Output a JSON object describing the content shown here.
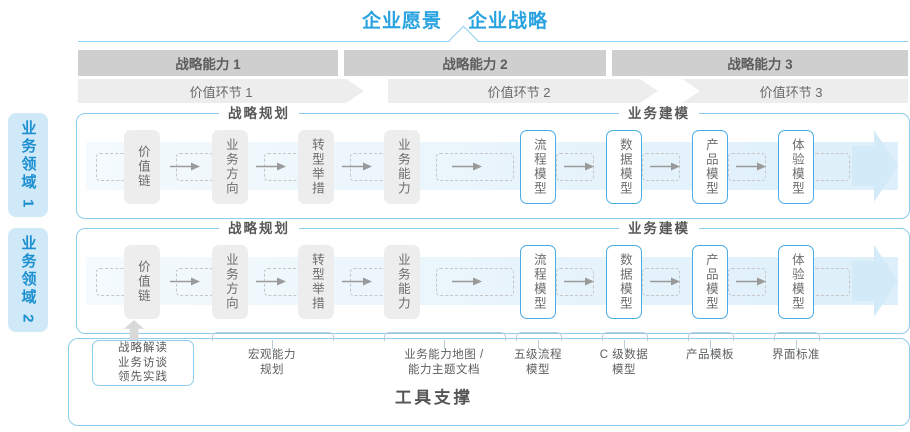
{
  "header": {
    "vision": "企业愿景",
    "strategy": "企业战略"
  },
  "capabilities": [
    {
      "label": "战略能力 1"
    },
    {
      "label": "战略能力 2"
    },
    {
      "label": "战略能力 3"
    }
  ],
  "value_links": [
    {
      "label": "价值环节 1"
    },
    {
      "label": "价值环节 2"
    },
    {
      "label": "价值环节 3"
    }
  ],
  "domains": [
    {
      "tab_label": "业务领域 1"
    },
    {
      "tab_label": "业务领域 2"
    }
  ],
  "sections": {
    "strategic_planning": "战略规划",
    "business_modeling": "业务建模"
  },
  "steps": {
    "planning": [
      {
        "label": "价值链",
        "style": "gray"
      },
      {
        "label": "业务方向",
        "style": "gray"
      },
      {
        "label": "转型举措",
        "style": "gray"
      },
      {
        "label": "业务能力",
        "style": "gray"
      }
    ],
    "modeling": [
      {
        "label": "流程模型",
        "style": "blue"
      },
      {
        "label": "数据模型",
        "style": "blue"
      },
      {
        "label": "产品模型",
        "style": "blue"
      },
      {
        "label": "体验模型",
        "style": "blue"
      }
    ]
  },
  "tool_support": {
    "title": "工具支撑",
    "leaf_box": "战略解读\n业务访谈\n领先实践",
    "labels": [
      {
        "text": "宏观能力\n规划"
      },
      {
        "text": "业务能力地图 /\n能力主题文档"
      },
      {
        "text": "五级流程\n模型"
      },
      {
        "text": "C 级数据\n模型"
      },
      {
        "text": "产品模板"
      },
      {
        "text": "界面标准"
      }
    ]
  },
  "colors": {
    "accent_blue": "#29a3e0",
    "border_blue": "#8ecdeb",
    "tab_blue": "#cfe9f8",
    "capability_gray": "#cfcfcf",
    "value_link_gray": "#ededed",
    "step_gray": "#ededed",
    "text_gray": "#5a5a5a"
  }
}
